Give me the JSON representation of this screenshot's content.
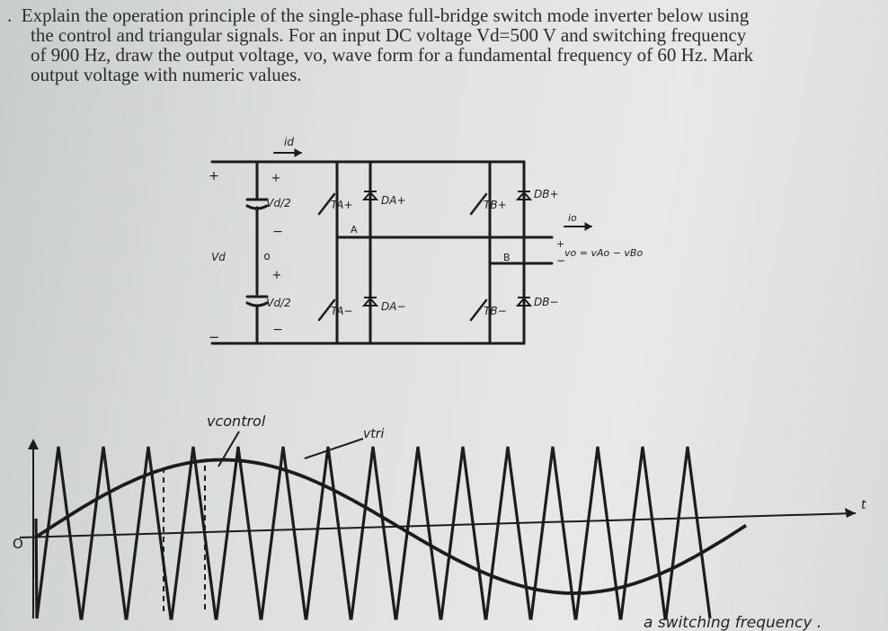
{
  "question": {
    "bullet": ".",
    "lines": [
      "Explain the operation principle of the single-phase full-bridge switch mode inverter below using",
      "the control and triangular signals. For an input DC voltage Vd=500 V and switching frequency",
      "of 900 Hz, draw the output voltage, vo, wave form for a fundamental frequency of 60 Hz. Mark",
      "output voltage with numeric values."
    ]
  },
  "circuit": {
    "labels": {
      "id": "id",
      "plus_top": "+",
      "plus_left": "+",
      "vd_half_top": "Vd/2",
      "minus_top": "−",
      "vd_left": "Vd",
      "node_o": "o",
      "plus_mid": "+",
      "vd_half_bottom": "Vd/2",
      "minus_bottom": "−",
      "minus_left": "−",
      "ta_plus": "TA+",
      "da_plus": "DA+",
      "node_a": "A",
      "ta_minus": "TA−",
      "da_minus": "DA−",
      "tb_plus": "TB+",
      "db_plus": "DB+",
      "node_b": "B",
      "tb_minus": "TB−",
      "db_minus": "DB−",
      "io": "io",
      "vo_eq": "vo = vAo − vBo",
      "vo_plus": "+",
      "vo_minus": "−"
    }
  },
  "waveform": {
    "label_control": "vcontrol",
    "label_tri": "vtri",
    "axis_t": "t",
    "origin": "O",
    "tri_cycles": 15,
    "handwritten_note": "a switching frequency ."
  }
}
